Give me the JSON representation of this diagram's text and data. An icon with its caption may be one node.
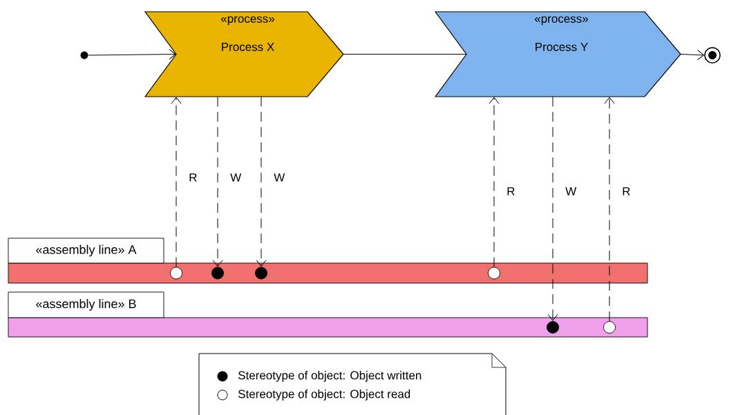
{
  "diagram": {
    "nodes": [
      {
        "text": [],
        "shape": "circle"
      },
      {
        "text": [
          "«process»",
          "Process X"
        ]
      },
      {
        "text": [
          "«process»",
          "Process Y"
        ]
      },
      {
        "text": [],
        "shape": "circle"
      },
      {
        "text": [
          "«assembly line» A"
        ]
      },
      {
        "text": [
          "«assembly line» B"
        ]
      },
      {
        "text": [],
        "shape": "circle",
        "in": 4
      },
      {
        "text": [],
        "shape": "circle",
        "in": 4
      },
      {
        "text": [],
        "shape": "circle",
        "in": 4
      },
      {
        "text": [],
        "shape": "circle",
        "in": 4
      },
      {
        "text": [],
        "shape": "circle",
        "in": 5
      },
      {
        "text": [],
        "shape": "circle",
        "in": 5
      }
    ],
    "edges": [
      {
        "from": 0,
        "to": 1,
        "arrow": "to"
      },
      {
        "from": 1,
        "to": 2,
        "arrow": "none"
      },
      {
        "from": 2,
        "to": 3,
        "arrow": "to"
      },
      {
        "from": 6,
        "to": 1,
        "arrow": "to",
        "label": "R",
        "style": "dashed"
      },
      {
        "from": 1,
        "to": 7,
        "arrow": "to",
        "label": "W",
        "style": "dashed"
      },
      {
        "from": 1,
        "to": 8,
        "arrow": "to",
        "label": "W",
        "style": "dashed"
      },
      {
        "from": 9,
        "to": 2,
        "arrow": "to",
        "label": "R",
        "style": "dashed"
      },
      {
        "from": 2,
        "to": 10,
        "arrow": "to",
        "label": "W",
        "style": "dashed"
      },
      {
        "from": 11,
        "to": 2,
        "arrow": "to",
        "label": "R",
        "style": "dashed"
      }
    ],
    "legend": [
      {
        "text": "Stereotype of object: Object written"
      },
      {
        "text": "Stereotype of object: Object read"
      }
    ]
  }
}
